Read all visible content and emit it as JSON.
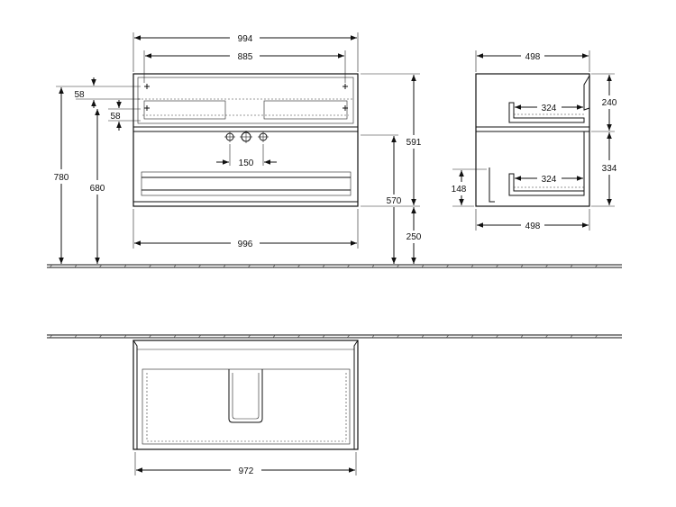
{
  "front_view": {
    "overall_width": "994",
    "top_inner_width": "885",
    "bottom_width": "996",
    "offset_a": "58",
    "offset_b": "58",
    "tap_spacing": "150",
    "height_780": "780",
    "height_680": "680",
    "height_591": "591",
    "height_570": "570",
    "height_250": "250"
  },
  "side_view": {
    "top_depth": "498",
    "bottom_depth": "498",
    "drawer_upper": "324",
    "drawer_lower": "324",
    "height_240": "240",
    "height_334": "334",
    "height_148": "148"
  },
  "plan_view": {
    "width": "972"
  },
  "colors": {
    "line": "#111111",
    "background": "#ffffff"
  }
}
